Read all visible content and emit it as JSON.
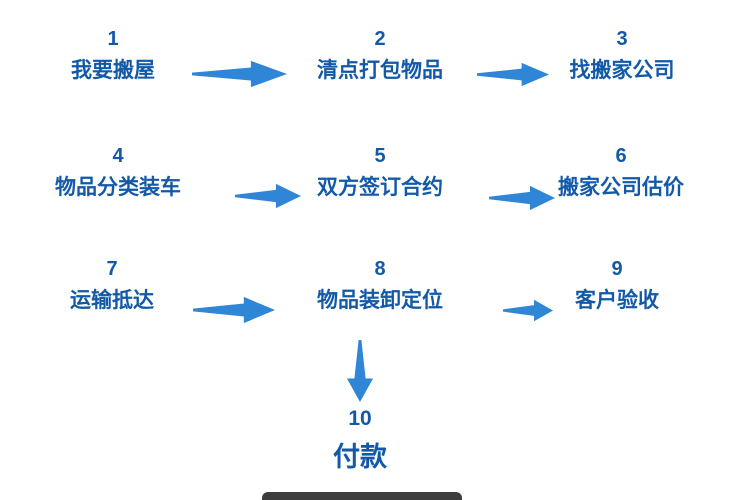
{
  "flow": {
    "title": "moving-house-process-flowchart",
    "steps": [
      {
        "num": "1",
        "label": "我要搬屋"
      },
      {
        "num": "2",
        "label": "清点打包物品"
      },
      {
        "num": "3",
        "label": "找搬家公司"
      },
      {
        "num": "4",
        "label": "物品分类装车"
      },
      {
        "num": "5",
        "label": "双方签订合约"
      },
      {
        "num": "6",
        "label": "搬家公司估价"
      },
      {
        "num": "7",
        "label": "运输抵达"
      },
      {
        "num": "8",
        "label": "物品装卸定位"
      },
      {
        "num": "9",
        "label": "客户验收"
      },
      {
        "num": "10",
        "label": "付款"
      }
    ],
    "connections": [
      {
        "from": "1",
        "to": "2",
        "direction": "right"
      },
      {
        "from": "2",
        "to": "3",
        "direction": "right"
      },
      {
        "from": "4",
        "to": "5",
        "direction": "right"
      },
      {
        "from": "5",
        "to": "6",
        "direction": "right"
      },
      {
        "from": "7",
        "to": "8",
        "direction": "right"
      },
      {
        "from": "8",
        "to": "9",
        "direction": "right"
      },
      {
        "from": "8",
        "to": "10",
        "direction": "down"
      }
    ],
    "icons": {
      "arrow_right": "→",
      "arrow_down": "↓"
    },
    "colors": {
      "text": "#1259a8",
      "arrow": "#2f86d6",
      "bottom_bar": "#3d3d3d"
    }
  }
}
